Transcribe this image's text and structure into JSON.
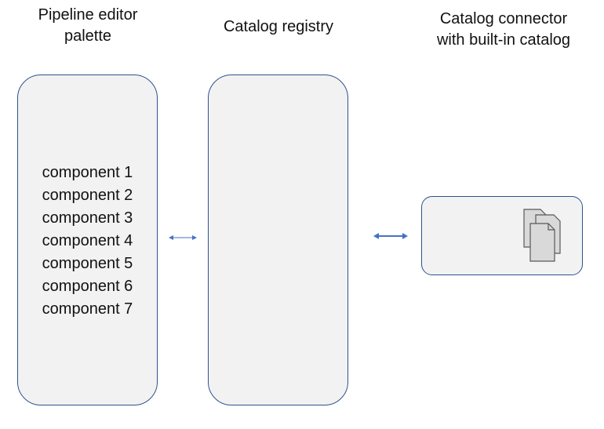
{
  "headings": {
    "palette_line1": "Pipeline editor",
    "palette_line2": "palette",
    "registry": "Catalog registry",
    "connector_line1": "Catalog connector",
    "connector_line2": "with built-in catalog"
  },
  "components": [
    "component 1",
    "component 2",
    "component 3",
    "component 4",
    "component 5",
    "component 6",
    "component 7"
  ],
  "connector_icon": "documents-icon",
  "colors": {
    "box_border": "#2f528f",
    "box_fill": "#f2f2f2",
    "arrow": "#4472c4",
    "doc_fill": "#d9d9d9",
    "doc_border": "#595959"
  }
}
